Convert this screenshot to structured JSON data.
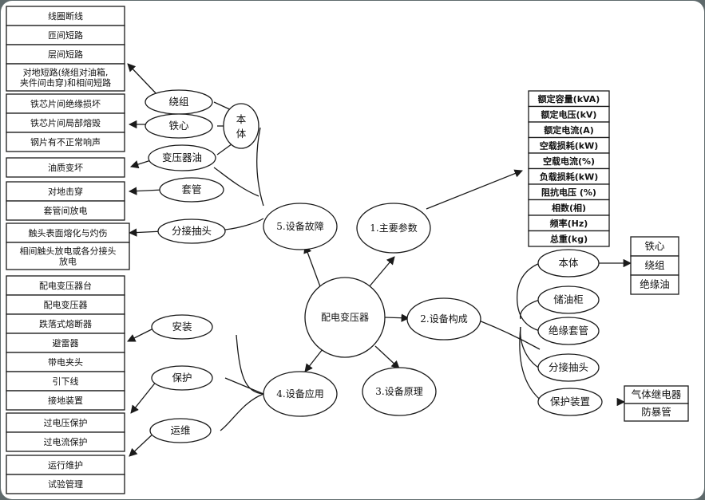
{
  "center": "配电变压器",
  "main": {
    "params": "1.主要参数",
    "structure": "2.设备构成",
    "principle": "3.设备原理",
    "application": "4.设备应用",
    "fault": "5.设备故障"
  },
  "params_items": [
    "额定容量(kVA)",
    "额定电压(kV)",
    "额定电流(A)",
    "空载损耗(kW)",
    "空载电流(%)",
    "负载损耗(kW)",
    "阻抗电压 (%)",
    "相数(相)",
    "频率(Hz)",
    "总重(kg)"
  ],
  "structure": {
    "body": "本体",
    "body_parts": [
      "铁心",
      "绕组",
      "绝缘油"
    ],
    "conservator": "储油柜",
    "bushing": "绝缘套管",
    "tap": "分接抽头",
    "protection": "保护装置",
    "protection_parts": [
      "气体继电器",
      "防暴管"
    ]
  },
  "fault": {
    "body": "本体",
    "winding": "绕组",
    "winding_items": [
      "线圈断线",
      "匝间短路",
      "层间短路",
      "对地短路(绕组对油箱,",
      "夹件间击穿)和相间短路"
    ],
    "core": "铁心",
    "core_items": [
      "铁芯片间绝缘损坏",
      "铁芯片间局部熔毁",
      "钢片有不正常响声"
    ],
    "oil": "变压器油",
    "oil_items": [
      "油质变坏"
    ],
    "bushing": "套管",
    "bushing_items": [
      "对地击穿",
      "套管间放电"
    ],
    "tap": "分接抽头",
    "tap_items": [
      "触头表面熔化与灼伤",
      "相间触头放电或各分接头",
      "放电"
    ]
  },
  "application": {
    "install": "安装",
    "install_items": [
      "配电变压器台",
      "配电变压器",
      "跌落式熔断器",
      "避雷器",
      "带电夹头",
      "引下线",
      "接地装置"
    ],
    "protect": "保护",
    "protect_items": [
      "过电压保护",
      "过电流保护"
    ],
    "om": "运维",
    "om_items": [
      "运行维护",
      "试验管理"
    ]
  }
}
